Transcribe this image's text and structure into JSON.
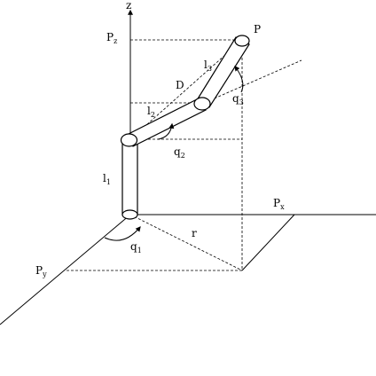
{
  "labels": {
    "z_axis": "z",
    "point": "P",
    "pz": {
      "base": "P",
      "sub": "z"
    },
    "px": {
      "base": "P",
      "sub": "x"
    },
    "py": {
      "base": "P",
      "sub": "y"
    },
    "d": "D",
    "l1": {
      "base": "l",
      "sub": "1"
    },
    "l2": {
      "base": "l",
      "sub": "2"
    },
    "l3": {
      "base": "l",
      "sub": "3"
    },
    "q1": {
      "base": "q",
      "sub": "1"
    },
    "q2": {
      "base": "q",
      "sub": "2"
    },
    "q3": {
      "base": "q",
      "sub": "3"
    },
    "r": "r"
  }
}
